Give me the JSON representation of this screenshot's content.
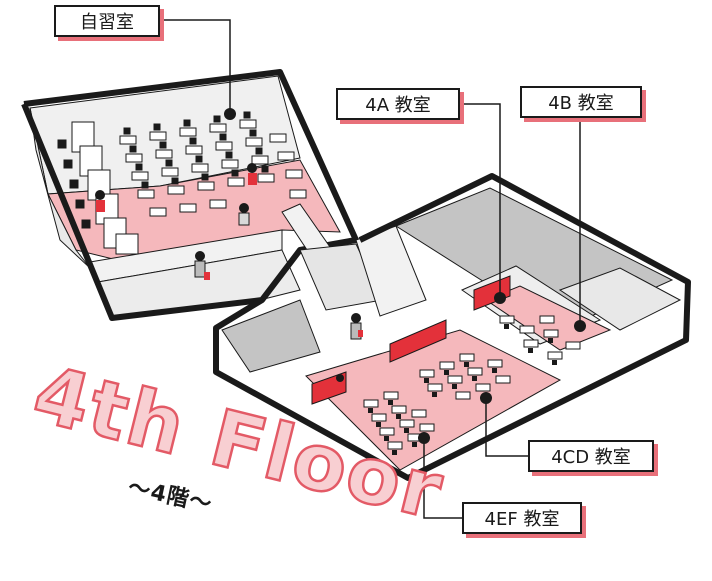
{
  "labels": {
    "study_room": "自習室",
    "room_4a": "4A 教室",
    "room_4b": "4B 教室",
    "room_4cd": "4CD 教室",
    "room_4ef": "4EF 教室"
  },
  "floor_title": "4th Floor",
  "floor_subtitle": "〜4階〜",
  "colors": {
    "outline": "#1a1a1a",
    "floor_pink": "#f4a9ae",
    "accent_red": "#e3313a",
    "wall_gray": "#b9b9b9",
    "floor_gray": "#dcdcdc",
    "shadow_pink": "#e8707a"
  }
}
